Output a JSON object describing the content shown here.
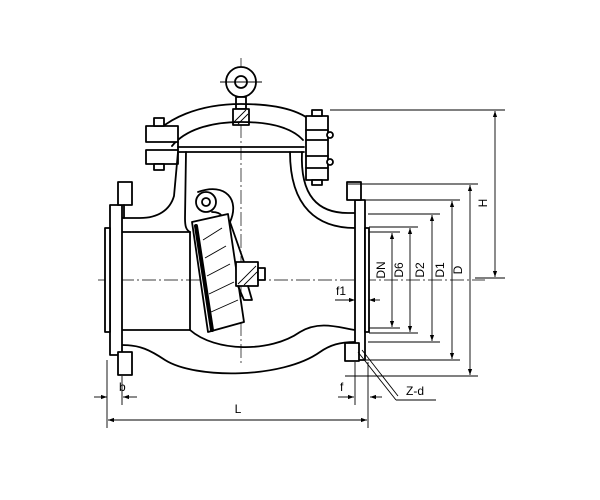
{
  "labels": {
    "H": "H",
    "DN": "DN",
    "D6": "D6",
    "D2": "D2",
    "D1": "D1",
    "D": "D",
    "f1": "f1",
    "b": "b",
    "f": "f",
    "Z_d": "Z-d",
    "L": "L"
  },
  "colors": {
    "line": "#000000",
    "background": "#ffffff"
  }
}
